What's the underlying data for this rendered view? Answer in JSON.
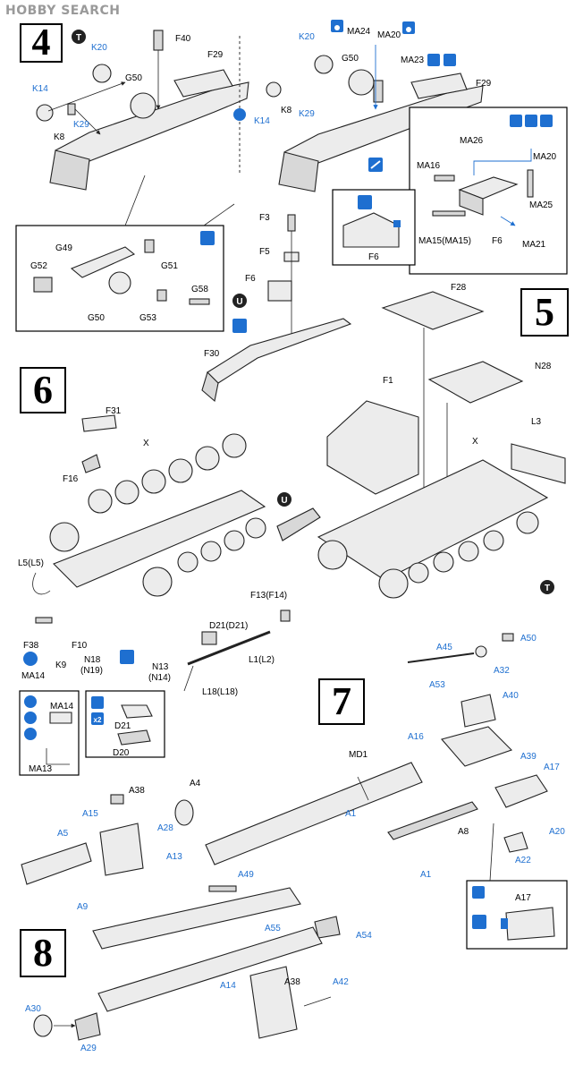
{
  "watermark": "HOBBY SEARCH",
  "steps": [
    {
      "number": "4"
    },
    {
      "number": "5"
    },
    {
      "number": "6"
    },
    {
      "number": "7"
    },
    {
      "number": "8"
    }
  ],
  "markers": {
    "t": "T",
    "u": "U"
  },
  "icons": {
    "glue": "glue-icon",
    "paint": "paint-icon",
    "cut": "cut-icon",
    "pe": "photo-etch-icon",
    "x2": "x2-icon"
  },
  "colors": {
    "blue": "#1e6fd0",
    "ink": "#222222"
  },
  "labels": {
    "s4_f40": "F40",
    "s4_f29": "F29",
    "s4_k20": "K20",
    "s4_g50": "G50",
    "s4_k14": "K14",
    "s4_k29": "K29",
    "s4_k8": "K8",
    "s4b_k20": "K20",
    "s4b_ma24": "MA24",
    "s4b_ma20": "MA20",
    "s4b_g50": "G50",
    "s4b_ma23": "MA23",
    "s4b_f29": "F29",
    "s4b_k14": "K14",
    "s4b_k8": "K8",
    "s4b_k29": "K29",
    "pe_ma26": "MA26",
    "pe_ma20": "MA20",
    "pe_ma16": "MA16",
    "pe_ma25": "MA25",
    "pe_ma15": "MA15(MA15)",
    "pe_f6": "F6",
    "pe_ma21": "MA21",
    "pe_f6b": "F6",
    "g_g49": "G49",
    "g_g51": "G51",
    "g_g52": "G52",
    "g_g58": "G58",
    "g_g50": "G50",
    "g_g53": "G53",
    "s5_f3": "F3",
    "s5_f5": "F5",
    "s5_f6": "F6",
    "s5_f28": "F28",
    "s5_f30": "F30",
    "s5_n28": "N28",
    "s5_f1": "F1",
    "s5_l3": "L3",
    "s5_x": "X",
    "s6_f31": "F31",
    "s6_x": "X",
    "s6_f16": "F16",
    "s6_l5": "L5(L5)",
    "s6_f38": "F38",
    "s6_ma14": "MA14",
    "s6_k9": "K9",
    "s6_f10": "F10",
    "s6_n18": "N18",
    "s6_n19": "(N19)",
    "s6_n13": "N13",
    "s6_n14": "(N14)",
    "s6_f13": "F13(F14)",
    "s6_d21": "D21(D21)",
    "s6_l1": "L1(L2)",
    "s6_l18": "L18(L18)",
    "s6a_ma14": "MA14",
    "s6a_ma13": "MA13",
    "s6b_d21": "D21",
    "s6b_d20": "D20",
    "s7_a45": "A45",
    "s7_a50": "A50",
    "s7_a32": "A32",
    "s7_a53": "A53",
    "s7_a40": "A40",
    "s7_md1": "MD1",
    "s7_a16": "A16",
    "s7_a39": "A39",
    "s7_a17": "A17",
    "s7_a1a": "A1",
    "s7_a8": "A8",
    "s7_a20": "A20",
    "s7_a1b": "A1",
    "s7_a22": "A22",
    "s7d_a17": "A17",
    "s8_a4": "A4",
    "s8_a38": "A38",
    "s8_a15": "A15",
    "s8_a28": "A28",
    "s8_a5": "A5",
    "s8_a13": "A13",
    "s8_a49": "A49",
    "s8_a9": "A9",
    "s8_a55": "A55",
    "s8_a54": "A54",
    "s8_a14": "A14",
    "s8_a38b": "A38",
    "s8_a42": "A42",
    "s8_a30": "A30",
    "s8_a29": "A29"
  }
}
